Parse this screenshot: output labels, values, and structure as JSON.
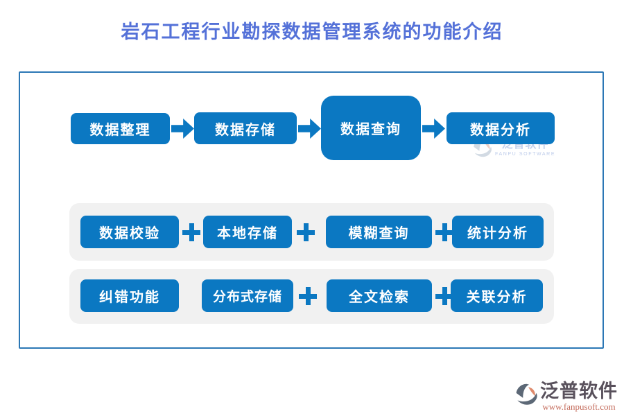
{
  "title": "岩石工程行业勘探数据管理系统的功能介绍",
  "flow": {
    "steps": [
      "数据整理",
      "数据存储",
      "数据查询",
      "数据分析"
    ]
  },
  "feature_rows": [
    {
      "items": [
        "数据校验",
        "本地存储",
        "模糊查询",
        "统计分析"
      ]
    },
    {
      "items": [
        "纠错功能",
        "分布式存储",
        "全文检索",
        "关联分析"
      ]
    }
  ],
  "watermark": {
    "brand": "泛普软件",
    "subtitle": "FANPU SOFTWARE"
  },
  "footer": {
    "brand": "泛普软件",
    "website": "www.fanpusoft.com"
  },
  "icons": {
    "arrow_right": "block-arrow-right",
    "plus": "plus-cross",
    "fanpu_logo": "circular-swoosh-logo"
  },
  "colors": {
    "button_blue": "#0b78c2",
    "title_blue": "#5471d8",
    "frame_border": "#2b77b5",
    "panel_gray": "#f1f1f1",
    "footer_brand": "#59515c",
    "footer_url": "#c46b5b",
    "watermark_text": "#a9bce4"
  }
}
